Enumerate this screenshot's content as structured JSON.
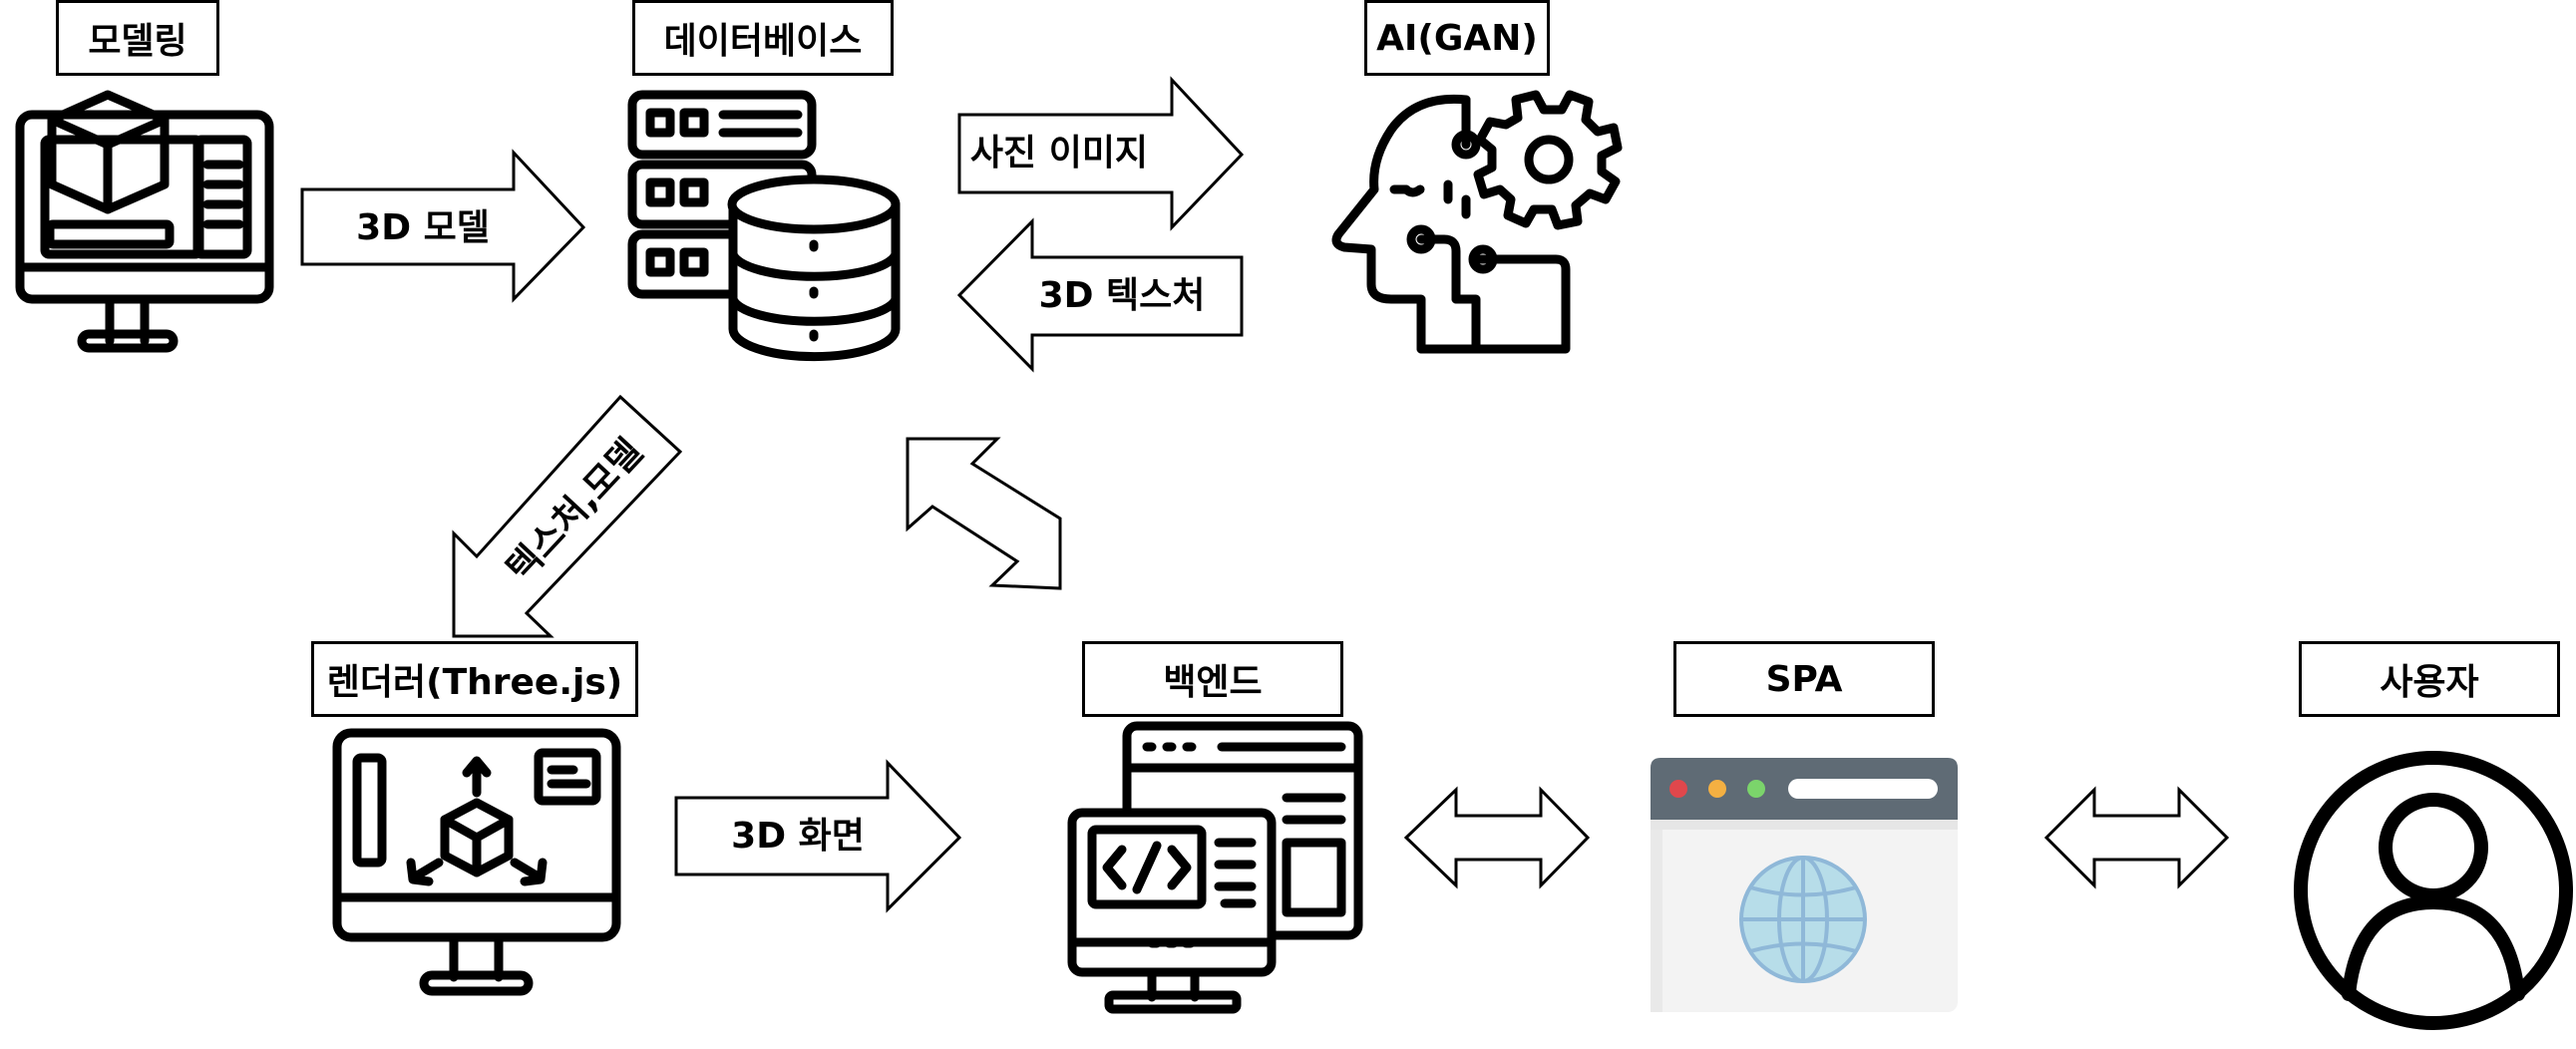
{
  "nodes": {
    "modeling": "모델링",
    "database": "데이터베이스",
    "ai": "AI(GAN)",
    "renderer": "렌더러(Three.js)",
    "backend": "백엔드",
    "spa": "SPA",
    "user": "사용자"
  },
  "arrows": {
    "model_3d": "3D 모델",
    "photo_image": "사진 이미지",
    "texture_3d": "3D 텍스처",
    "texture_model": "텍스처,모델",
    "screen_3d": "3D 화면"
  },
  "colors": {
    "stroke": "#000000",
    "browser_bar": "#5f6b75",
    "browser_body": "#f3f3f3",
    "globe": "#b7dde9",
    "globe_stroke": "#8fb8d8",
    "dot_red": "#e0474c",
    "dot_yellow": "#f4b042",
    "dot_green": "#7bd46b"
  },
  "icons": [
    "monitor-3d-modeling-icon",
    "database-server-icon",
    "ai-head-gear-icon",
    "monitor-3d-renderer-icon",
    "backend-code-monitor-icon",
    "spa-browser-globe-icon",
    "user-avatar-icon"
  ]
}
